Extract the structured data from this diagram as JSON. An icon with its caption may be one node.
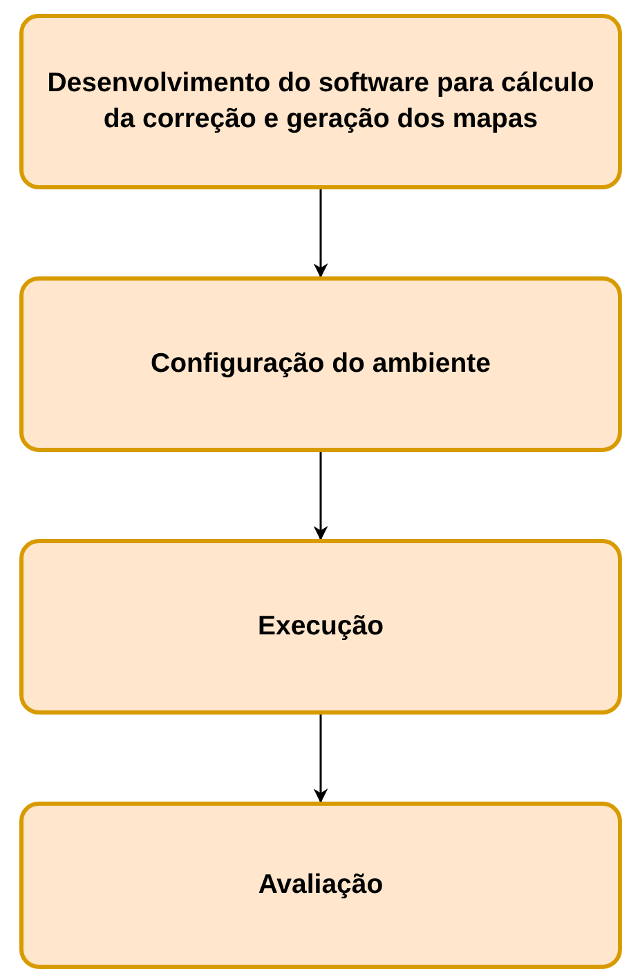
{
  "diagram": {
    "nodes": [
      {
        "text": [
          "Desenvolvimento do software para cálculo da correção e geração dos mapas"
        ]
      },
      {
        "text": [
          "Configuração do ambiente"
        ]
      },
      {
        "text": [
          "Execução"
        ]
      },
      {
        "text": [
          "Avaliação"
        ]
      }
    ],
    "edges": [
      {
        "from": 0,
        "to": 1,
        "arrow": "to"
      },
      {
        "from": 1,
        "to": 2,
        "arrow": "to"
      },
      {
        "from": 2,
        "to": 3,
        "arrow": "to"
      }
    ]
  }
}
